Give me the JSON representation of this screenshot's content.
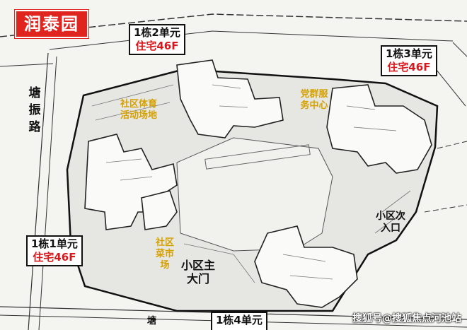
{
  "title": "润泰园",
  "roads": {
    "west": "塘振路",
    "south_partial": "塘"
  },
  "buildings": [
    {
      "id": "b12",
      "line1": "1栋2单元",
      "line2": "住宅46F"
    },
    {
      "id": "b13",
      "line1": "1栋3单元",
      "line2": "住宅46F"
    },
    {
      "id": "b11",
      "line1": "1栋1单元",
      "line2": "住宅46F"
    },
    {
      "id": "b14",
      "line1": "1栋4单元",
      "line2": ""
    }
  ],
  "amenities": {
    "sports": "社区体育活动场地",
    "party": "党群服务中心",
    "market": "社区菜市场"
  },
  "gates": {
    "main": "小区主大门",
    "secondary": "小区次入口"
  },
  "watermark": "搜狐号@搜狐焦点河池站",
  "colors": {
    "label_red": "#d8181c",
    "amenity_gold": "#d6a100",
    "title_bg": "#e0241e"
  }
}
